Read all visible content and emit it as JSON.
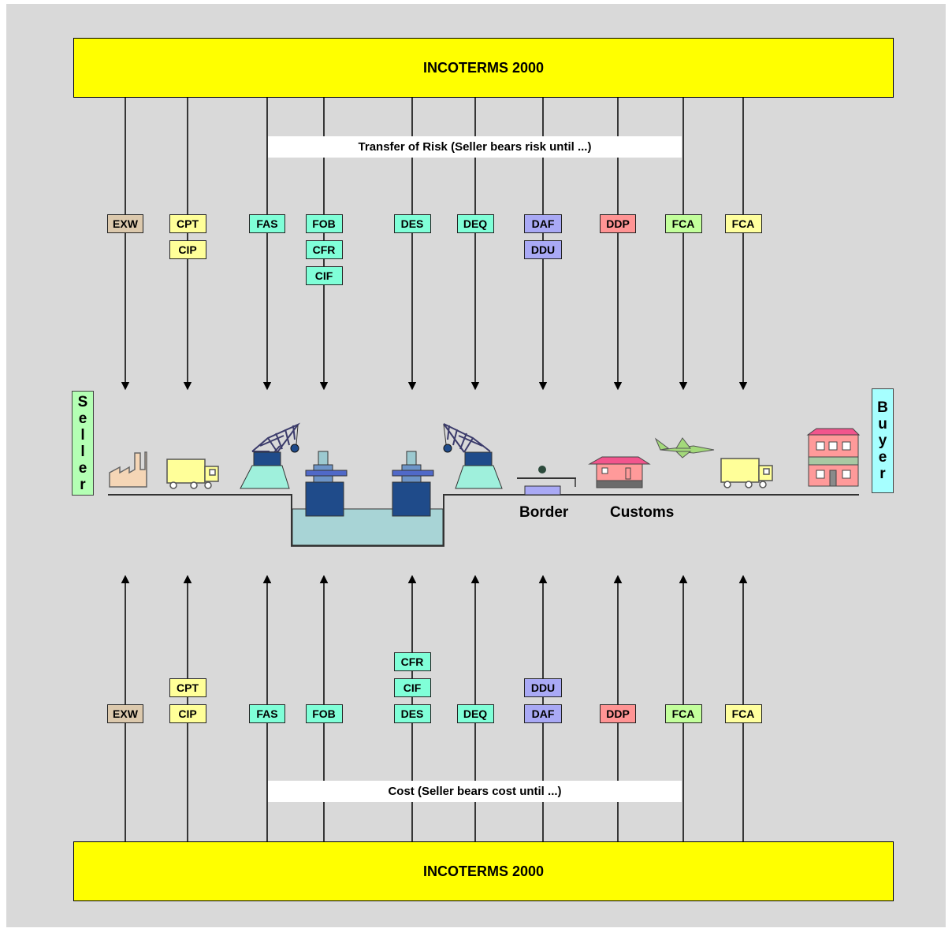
{
  "banner_top": "INCOTERMS 2000",
  "banner_bottom": "INCOTERMS 2000",
  "risk_caption": "Transfer of Risk (Seller bears risk until ...)",
  "cost_caption": "Cost (Seller bears cost until ...)",
  "seller": "Seller",
  "buyer": "Buyer",
  "border_label": "Border",
  "customs_label": "Customs",
  "colors": {
    "banner": "#ffff00",
    "exw": "#dcc9ad",
    "cpt_group": "#ffff99",
    "sea": "#80ffd8",
    "land": "#a9a9f5",
    "ddp": "#ff9494",
    "fca1": "#c3ff9c",
    "fca2": "#ffff9e",
    "seller_box": "#b4ffb4",
    "buyer_box": "#a6ffff"
  },
  "risk_terms": [
    [
      "EXW"
    ],
    [
      "CPT",
      "CIP"
    ],
    [
      "FAS"
    ],
    [
      "FOB",
      "CFR",
      "CIF"
    ],
    [
      "DES"
    ],
    [
      "DEQ"
    ],
    [
      "DAF",
      "DDU"
    ],
    [
      "DDP"
    ],
    [
      "FCA"
    ],
    [
      "FCA"
    ]
  ],
  "cost_terms": [
    [
      "EXW"
    ],
    [
      "CPT",
      "CIP"
    ],
    [
      "FAS"
    ],
    [
      "FOB"
    ],
    [
      "CFR",
      "CIF",
      "DES"
    ],
    [
      "DEQ"
    ],
    [
      "DDU",
      "DAF"
    ],
    [
      "DDP"
    ],
    [
      "FCA"
    ],
    [
      "FCA"
    ]
  ],
  "icons": [
    "factory-icon",
    "truck-icon",
    "crane-icon",
    "ship-icon",
    "ship-icon",
    "crane-icon",
    "border-barrier-icon",
    "customs-house-icon",
    "airplane-icon",
    "truck-icon",
    "building-icon"
  ]
}
